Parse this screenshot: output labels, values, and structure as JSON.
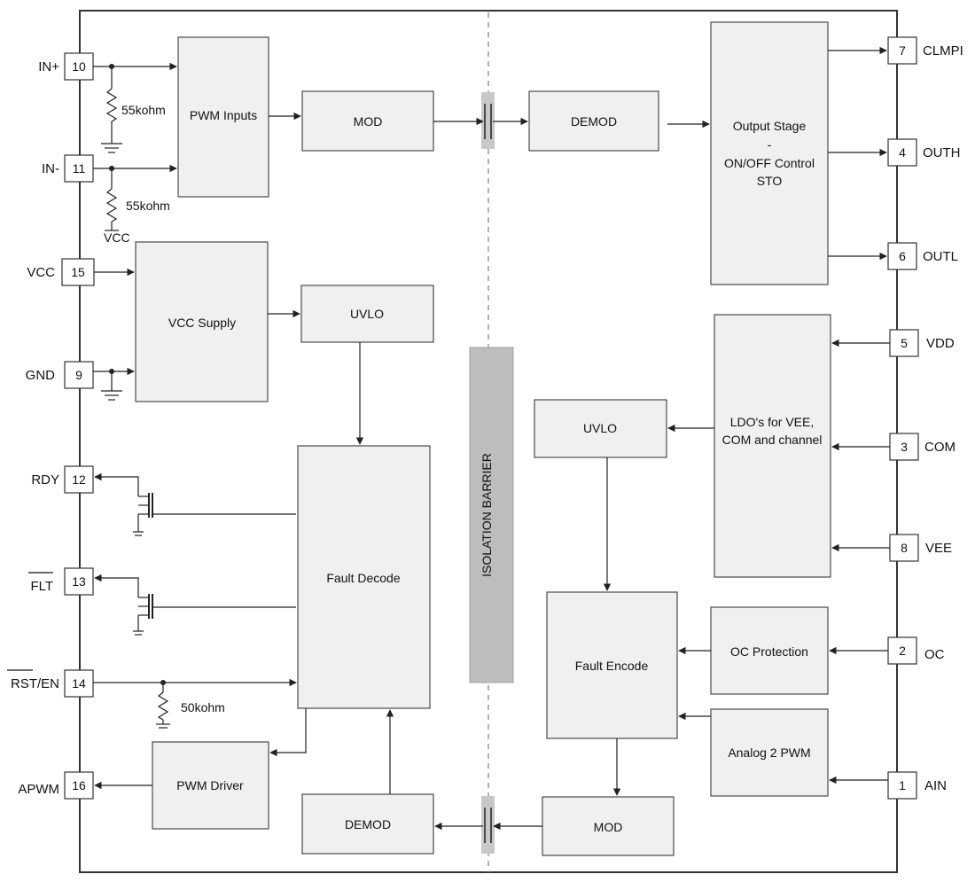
{
  "pins": {
    "in_plus": {
      "num": "10",
      "name": "IN+"
    },
    "in_minus": {
      "num": "11",
      "name": "IN-"
    },
    "vcc": {
      "num": "15",
      "name": "VCC"
    },
    "gnd": {
      "num": "9",
      "name": "GND"
    },
    "rdy": {
      "num": "12",
      "name": "RDY"
    },
    "flt": {
      "num": "13",
      "name": "FLT"
    },
    "rst_en": {
      "num": "14",
      "name": "RST/EN"
    },
    "apwm": {
      "num": "16",
      "name": "APWM"
    },
    "clmpi": {
      "num": "7",
      "name": "CLMPI"
    },
    "outh": {
      "num": "4",
      "name": "OUTH"
    },
    "outl": {
      "num": "6",
      "name": "OUTL"
    },
    "vdd": {
      "num": "5",
      "name": "VDD"
    },
    "com": {
      "num": "3",
      "name": "COM"
    },
    "vee": {
      "num": "8",
      "name": "VEE"
    },
    "oc": {
      "num": "2",
      "name": "OC"
    },
    "ain": {
      "num": "1",
      "name": "AIN"
    }
  },
  "blocks": {
    "pwm_inputs": "PWM Inputs",
    "mod_top": "MOD",
    "demod_top": "DEMOD",
    "output_stage": [
      "Output Stage",
      "-",
      "ON/OFF Control",
      "STO"
    ],
    "vcc_supply": "VCC Supply",
    "uvlo_primary": "UVLO",
    "ldo": [
      "LDO's for VEE,",
      "COM and channel"
    ],
    "uvlo_secondary": "UVLO",
    "fault_decode": "Fault Decode",
    "fault_encode": "Fault Encode",
    "oc_protection": "OC Protection",
    "analog_2_pwm": "Analog 2 PWM",
    "pwm_driver": "PWM Driver",
    "demod_bottom": "DEMOD",
    "mod_bottom": "MOD"
  },
  "isolation_barrier": "ISOLATION BARRIER",
  "resistors": {
    "r_in_plus": "55kohm",
    "r_in_minus": "55kohm",
    "r_in_minus_supply": "VCC",
    "r_rst": "50kohm"
  }
}
